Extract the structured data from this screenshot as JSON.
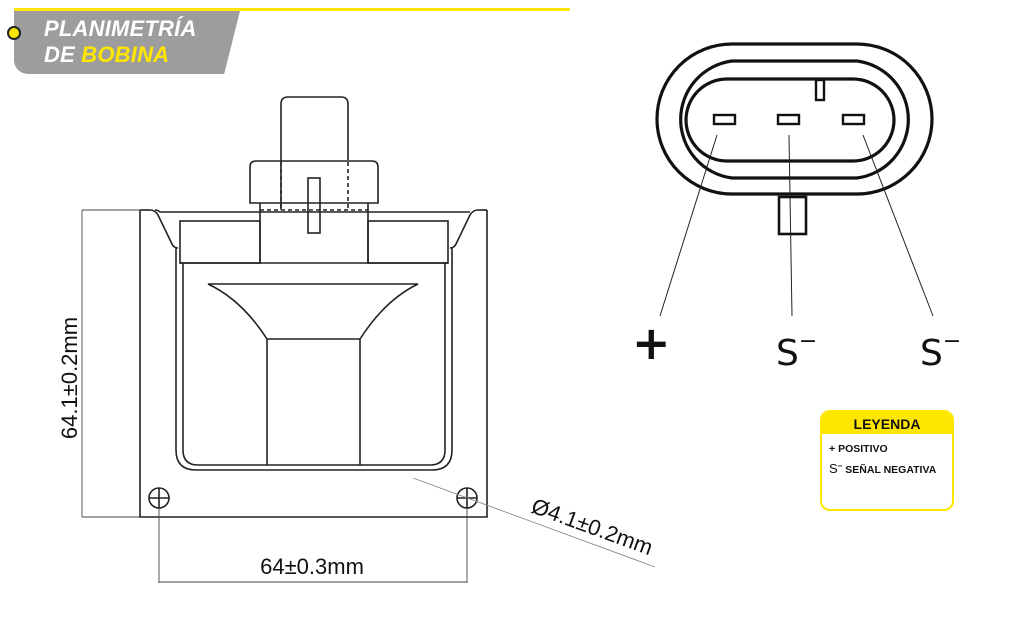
{
  "header": {
    "title_line1": "PLANIMETRÍA",
    "title_line2_prefix": "DE ",
    "title_line2_highlight": "BOBINA",
    "accent_color": "#ffe600",
    "tab_color": "#9d9d9d"
  },
  "coil_drawing": {
    "height_dimension": "64.1±0.2mm",
    "width_dimension": "64±0.3mm",
    "hole_dimension": "Ø4.1±0.2mm"
  },
  "connector": {
    "pins": [
      {
        "label": "+",
        "sup": ""
      },
      {
        "label": "S",
        "sup": "−"
      },
      {
        "label": "S",
        "sup": "−"
      }
    ]
  },
  "legend": {
    "title": "LEYENDA",
    "items": [
      {
        "symbol": "+",
        "text": "POSITIVO"
      },
      {
        "symbol": "S",
        "sup": "−",
        "text": "SEÑAL NEGATIVA"
      }
    ]
  }
}
